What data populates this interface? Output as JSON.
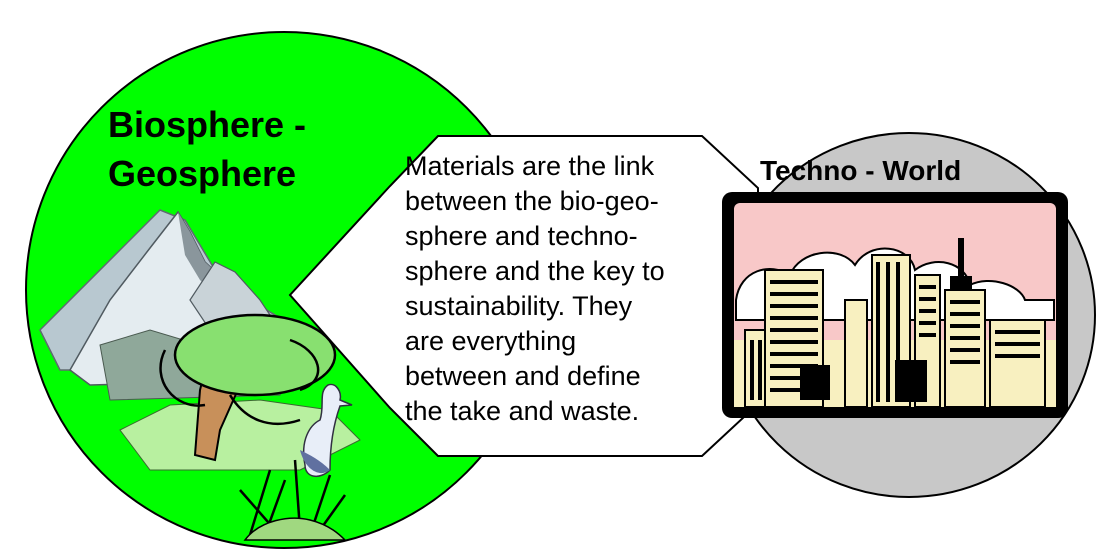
{
  "biosphere": {
    "title_line1": "Biosphere -",
    "title_line2": "Geosphere",
    "color": "#00ff00"
  },
  "technosphere": {
    "title": "Techno - World",
    "color": "#c8c8c8"
  },
  "callout": {
    "lines": [
      "Materials are the link",
      "between the bio-geo-",
      "sphere and techno-",
      "sphere and the key to",
      "sustainability. They",
      "are everything",
      "between and define",
      "the take and waste."
    ]
  },
  "icons": {
    "nature": "mountain-tree-heron-clipart",
    "city": "city-skyline-clipart"
  },
  "colors": {
    "outline": "#000000",
    "city_sky": "#f8c8c8",
    "city_frame": "#000000",
    "city_window": "#f8f0c0"
  }
}
